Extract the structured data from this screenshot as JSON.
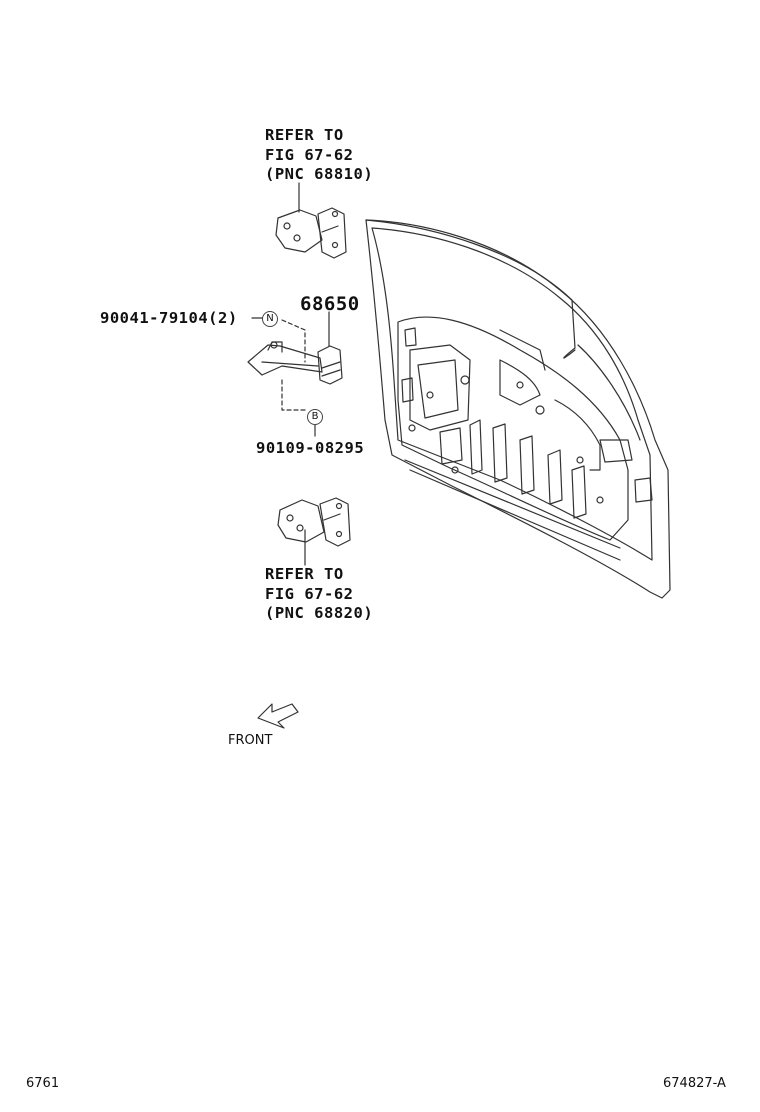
{
  "callouts": {
    "upper_ref": {
      "line1": "REFER TO",
      "line2": "FIG 67-62",
      "line3": "(PNC 68810)"
    },
    "lower_ref": {
      "line1": "REFER TO",
      "line2": "FIG 67-62",
      "line3": "(PNC 68820)"
    },
    "part_main": "68650",
    "part_bolt": "90041-79104(2)",
    "bolt_marker": "N",
    "part_screw": "90109-08295",
    "screw_marker": "B"
  },
  "direction": {
    "label": "FRONT"
  },
  "footer": {
    "left_code": "6761",
    "right_code": "674827-A"
  }
}
